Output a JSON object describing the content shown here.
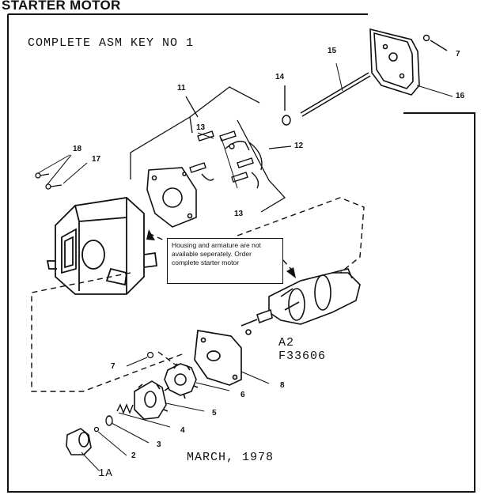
{
  "header": {
    "title": "STARTER MOTOR",
    "subtitle": "COMPLETE ASM KEY NO 1"
  },
  "note": {
    "text": "Housing and armature are not available seperately. Order complete starter motor"
  },
  "model": {
    "line1": "A2",
    "line2": "F33606"
  },
  "date": "MARCH, 1978",
  "callouts": {
    "c7_top": "7",
    "c15": "15",
    "c14": "14",
    "c16": "16",
    "c11": "11",
    "c12": "12",
    "c13_top": "13",
    "c13_bottom": "13",
    "c18": "18",
    "c17": "17",
    "c7_mid": "7",
    "c8": "8",
    "c6": "6",
    "c5": "5",
    "c4": "4",
    "c3": "3",
    "c2": "2",
    "c1a": "1A"
  }
}
